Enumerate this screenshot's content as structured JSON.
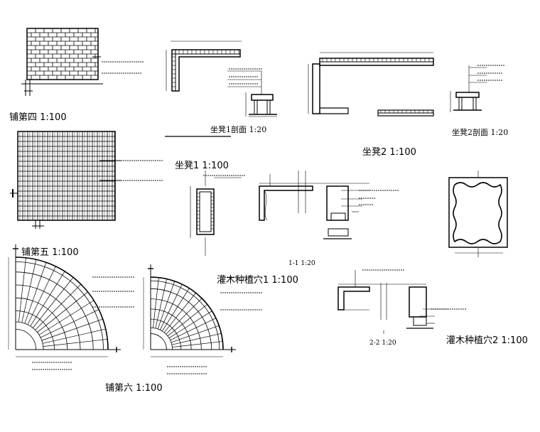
{
  "titles": {
    "pave4": "铺第四  1:100",
    "pave5": "铺第五  1:100",
    "pave6": "铺第六  1:100",
    "bench1": "坐凳1  1:100",
    "bench1_section": "坐凳1剖面 1:20",
    "bench2": "坐凳2  1:100",
    "bench2_section": "坐凳2剖面 1:20",
    "shrub1": "灌木种植穴1  1:100",
    "shrub2": "灌木种植穴2  1:100",
    "sec11": "1-1   1:20",
    "sec22": "2-2   1:20"
  }
}
